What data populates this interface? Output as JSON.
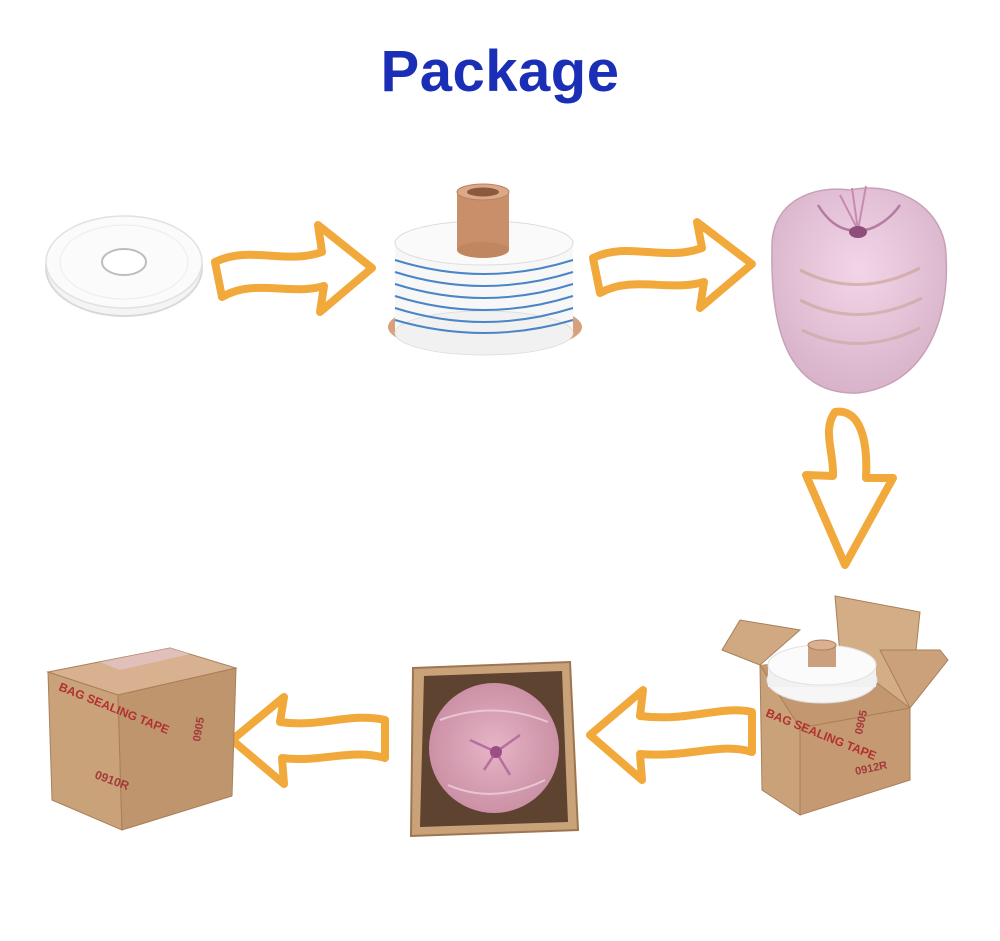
{
  "title": "Package",
  "colors": {
    "title": "#1a2fb5",
    "arrow_stroke": "#f2a93b",
    "arrow_fill": "#ffffff",
    "cardboard": "#c9a27a",
    "box_print": "#b23030"
  },
  "steps": [
    {
      "name": "single-tape-roll"
    },
    {
      "name": "stacked-rolls-on-core"
    },
    {
      "name": "rolls-in-pink-bag"
    },
    {
      "name": "open-carton-with-rolls"
    },
    {
      "name": "bagged-rolls-in-carton"
    },
    {
      "name": "sealed-carton"
    }
  ],
  "box_print": {
    "label": "BAG SEALING TAPE",
    "code_open": "0912R",
    "code_closed": "0910R",
    "side_code": "0905"
  }
}
